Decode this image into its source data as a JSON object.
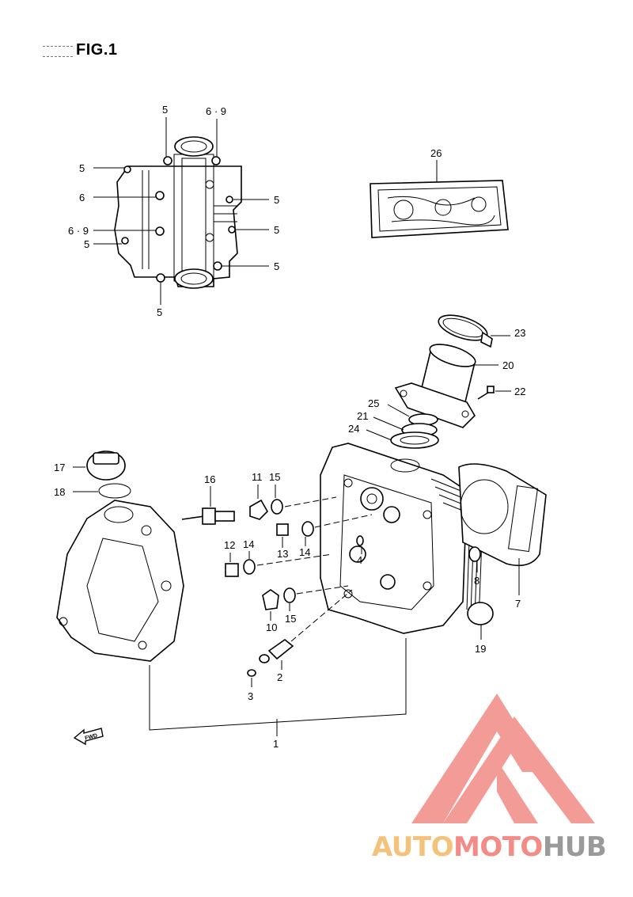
{
  "figure": {
    "title": "FIG.1"
  },
  "fwd_label": "FWD",
  "brand": {
    "part1": "AUTO",
    "part2": "MOTO",
    "part3": "HUB",
    "colors": {
      "auto": "#f4c27a",
      "moto": "#f38b87",
      "hub": "#9a9a9a",
      "logo": "#f28a86"
    }
  },
  "callouts": {
    "top_view": [
      "5",
      "6 · 9",
      "5",
      "6",
      "5",
      "6 · 9",
      "5",
      "5",
      "5",
      "5"
    ],
    "gasket_set": "26",
    "head": {
      "c23": "23",
      "c20": "20",
      "c22": "22",
      "c25": "25",
      "c21": "21",
      "c24": "24",
      "c17": "17",
      "c18": "18",
      "c16": "16",
      "c11": "11",
      "c15a": "15",
      "c12": "12",
      "c14a": "14",
      "c13": "13",
      "c14b": "14",
      "c4": "4",
      "c10": "10",
      "c15b": "15",
      "c8": "8",
      "c7": "7",
      "c19": "19",
      "c2": "2",
      "c3": "3",
      "c1": "1"
    }
  }
}
